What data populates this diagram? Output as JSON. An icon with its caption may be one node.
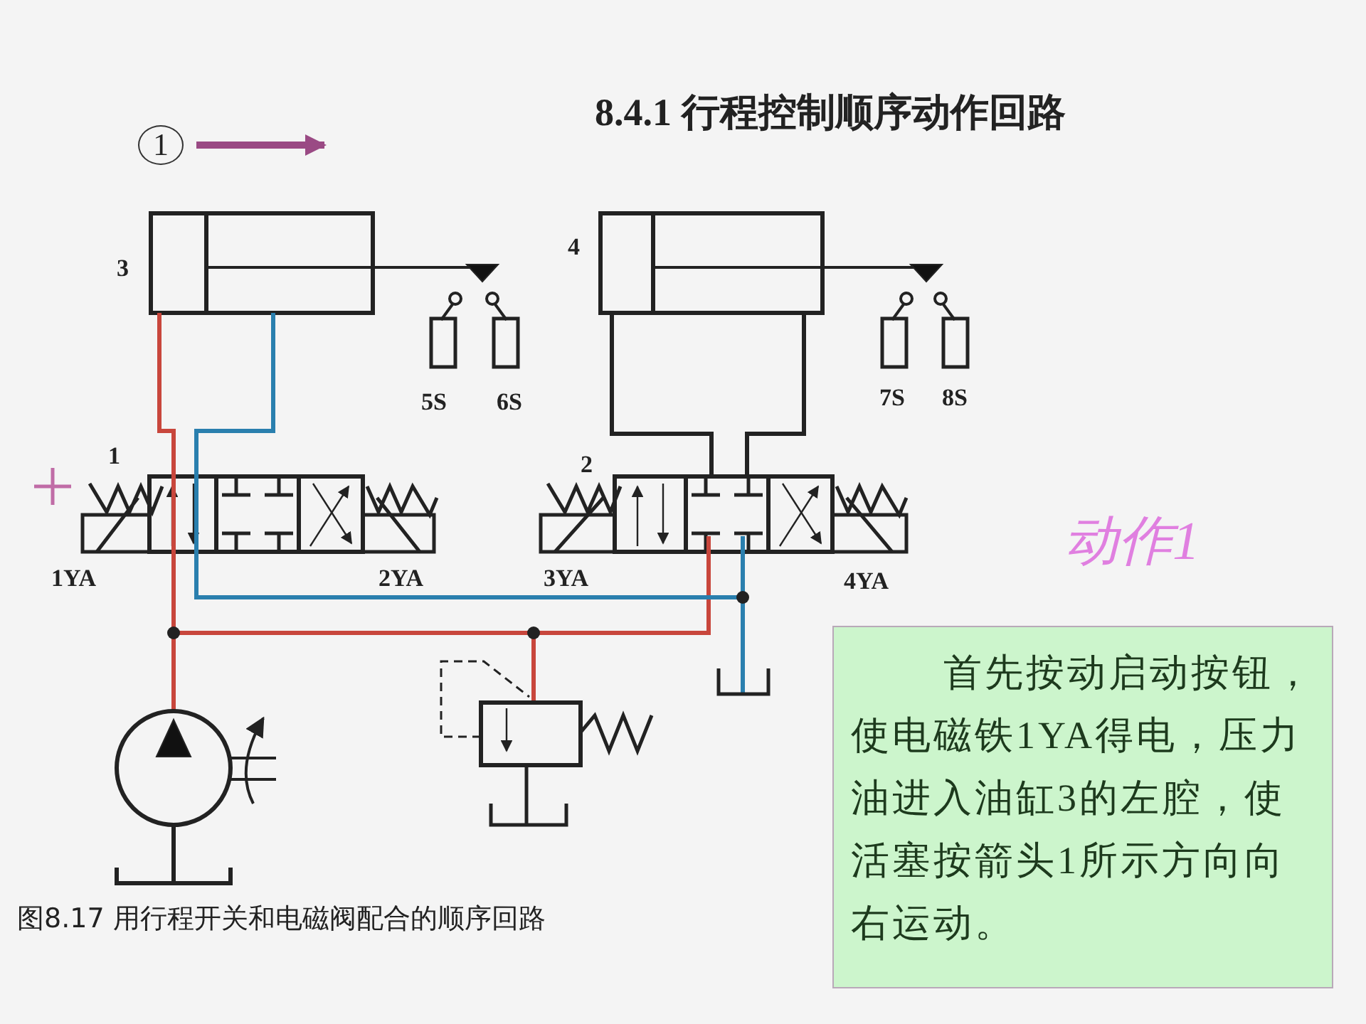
{
  "diagram": {
    "title": "8.4.1 行程控制顺序动作回路",
    "caption": "图8.17 用行程开关和电磁阀配合的顺序回路",
    "nodes": [
      {
        "text": [
          "首先按动启动按钮，使电磁铁1YA得电，压力油进入油缸3的左腔，使活塞按箭头1所示方向向右运动。"
        ]
      }
    ],
    "labels": [
      "1",
      "3",
      "4",
      "5S",
      "6S",
      "7S",
      "8S",
      "1",
      "2",
      "动作1",
      "1YA",
      "2YA",
      "3YA",
      "4YA"
    ]
  }
}
